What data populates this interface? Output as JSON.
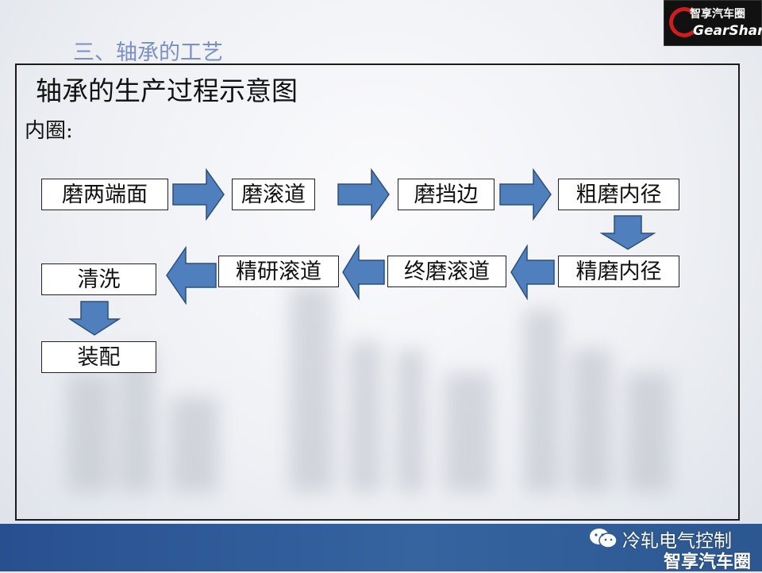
{
  "logo": {
    "text_cn": "智享汽车圈",
    "text_en": "GearShare"
  },
  "section_title": "三、轴承的工艺",
  "slide_title": "轴承的生产过程示意图",
  "subhead": "内圈:",
  "colors": {
    "arrow_fill": "#4f80bd",
    "arrow_stroke": "#2c4f7c",
    "footer": "#2f5b97",
    "section_title": "#7a8fc4"
  },
  "flow": {
    "steps": [
      {
        "id": "s1",
        "label": "磨两端面"
      },
      {
        "id": "s2",
        "label": "磨滚道"
      },
      {
        "id": "s3",
        "label": "磨挡边"
      },
      {
        "id": "s4",
        "label": "粗磨内径"
      },
      {
        "id": "s5",
        "label": "精磨内径"
      },
      {
        "id": "s6",
        "label": "终磨滚道"
      },
      {
        "id": "s7",
        "label": "精研滚道"
      },
      {
        "id": "s8",
        "label": "清洗"
      },
      {
        "id": "s9",
        "label": "装配"
      }
    ],
    "edges": [
      {
        "from": "s1",
        "to": "s2"
      },
      {
        "from": "s2",
        "to": "s3"
      },
      {
        "from": "s3",
        "to": "s4"
      },
      {
        "from": "s4",
        "to": "s5"
      },
      {
        "from": "s5",
        "to": "s6"
      },
      {
        "from": "s6",
        "to": "s7"
      },
      {
        "from": "s7",
        "to": "s8"
      },
      {
        "from": "s8",
        "to": "s9"
      }
    ]
  },
  "watermark": {
    "icon": "wechat-icon",
    "line1": "冷轧电气控制",
    "line2": "智享汽车圈"
  }
}
